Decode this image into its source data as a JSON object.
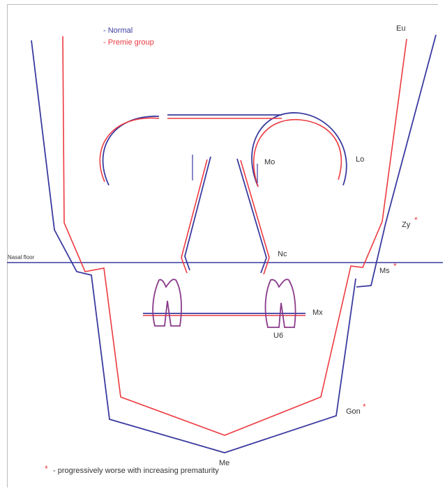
{
  "colors": {
    "normal": "#3a3aa0",
    "premie": "#ec3a40",
    "tooth": "#8a3a8a",
    "star": "#ec3a40",
    "text": "#333333"
  },
  "legend": {
    "normal": "- Normal",
    "premie": "- Premie group"
  },
  "labels": {
    "eu": "Eu",
    "mo": "Mo",
    "lo": "Lo",
    "zy": "Zy",
    "nc": "Nc",
    "nasal_floor": "Nasal floor",
    "ms": "Ms",
    "mx": "Mx",
    "u6": "U6",
    "gon": "Gon",
    "me": "Me"
  },
  "footnote": {
    "star": "*",
    "text": "- progressively worse with increasing prematurity"
  },
  "asterisk": "*"
}
